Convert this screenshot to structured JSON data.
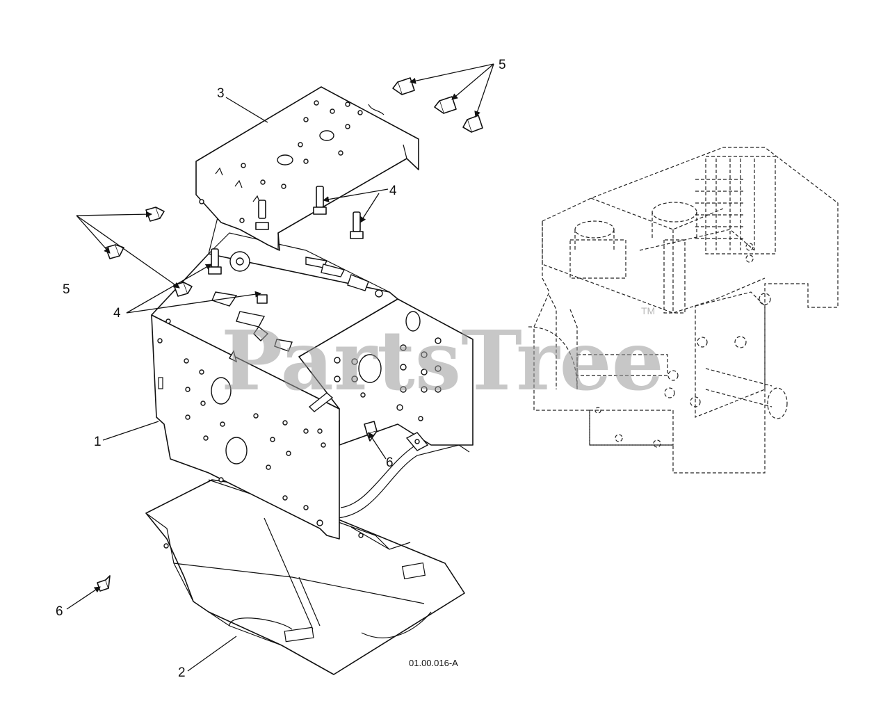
{
  "callouts": {
    "c1": "1",
    "c2": "2",
    "c3": "3",
    "c4a": "4",
    "c4b": "4",
    "c5a": "5",
    "c5b": "5",
    "c6a": "6",
    "c6b": "6"
  },
  "figure_code": "01.00.016-A",
  "watermark": {
    "text": "PartsTree",
    "trademark": "TM"
  },
  "colors": {
    "line": "#111111",
    "watermark": "#9a9a9a",
    "background": "#ffffff"
  }
}
